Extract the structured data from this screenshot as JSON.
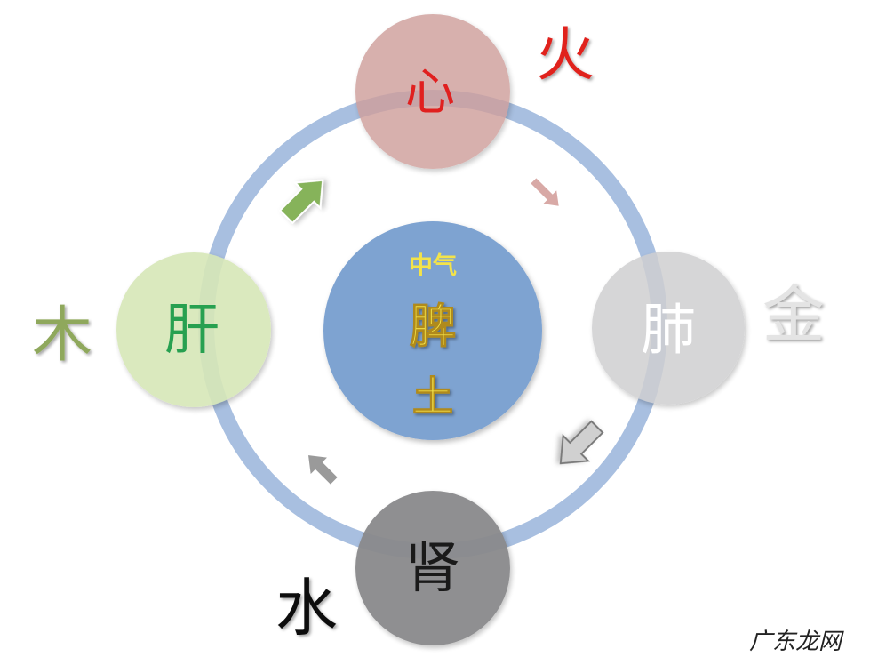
{
  "center": {
    "qi_label": "中气",
    "organ": "脾",
    "element": "土",
    "circle_color": "#7ea3d1",
    "text_color": "#f3e34a"
  },
  "nodes": {
    "heart": {
      "organ": "心",
      "element": "火",
      "circle_color": "#cf9f9c",
      "organ_color": "#e0201f",
      "element_color": "#e0201f"
    },
    "lung": {
      "organ": "肺",
      "element": "金",
      "circle_color": "#cfcfd1",
      "organ_color": "#ffffff",
      "element_color": "#e4e4e4"
    },
    "kidney": {
      "organ": "肾",
      "element": "水",
      "circle_color": "#8a8a8c",
      "organ_color": "#1a1a1a",
      "element_color": "#111111"
    },
    "liver": {
      "organ": "肝",
      "element": "木",
      "circle_color": "#d7e7b8",
      "organ_color": "#27a050",
      "element_color": "#8fa85c"
    }
  },
  "ring_color": "#a8bfe0",
  "arrows": [
    {
      "name": "heart-to-lung-arrow",
      "color": "#d8a9a6"
    },
    {
      "name": "lung-to-kidney-arrow",
      "color": "#d0d0d0"
    },
    {
      "name": "kidney-to-liver-arrow",
      "color": "#9a9a9a"
    },
    {
      "name": "liver-to-heart-arrow",
      "color": "#86b35a"
    }
  ],
  "watermark": "广东龙网"
}
